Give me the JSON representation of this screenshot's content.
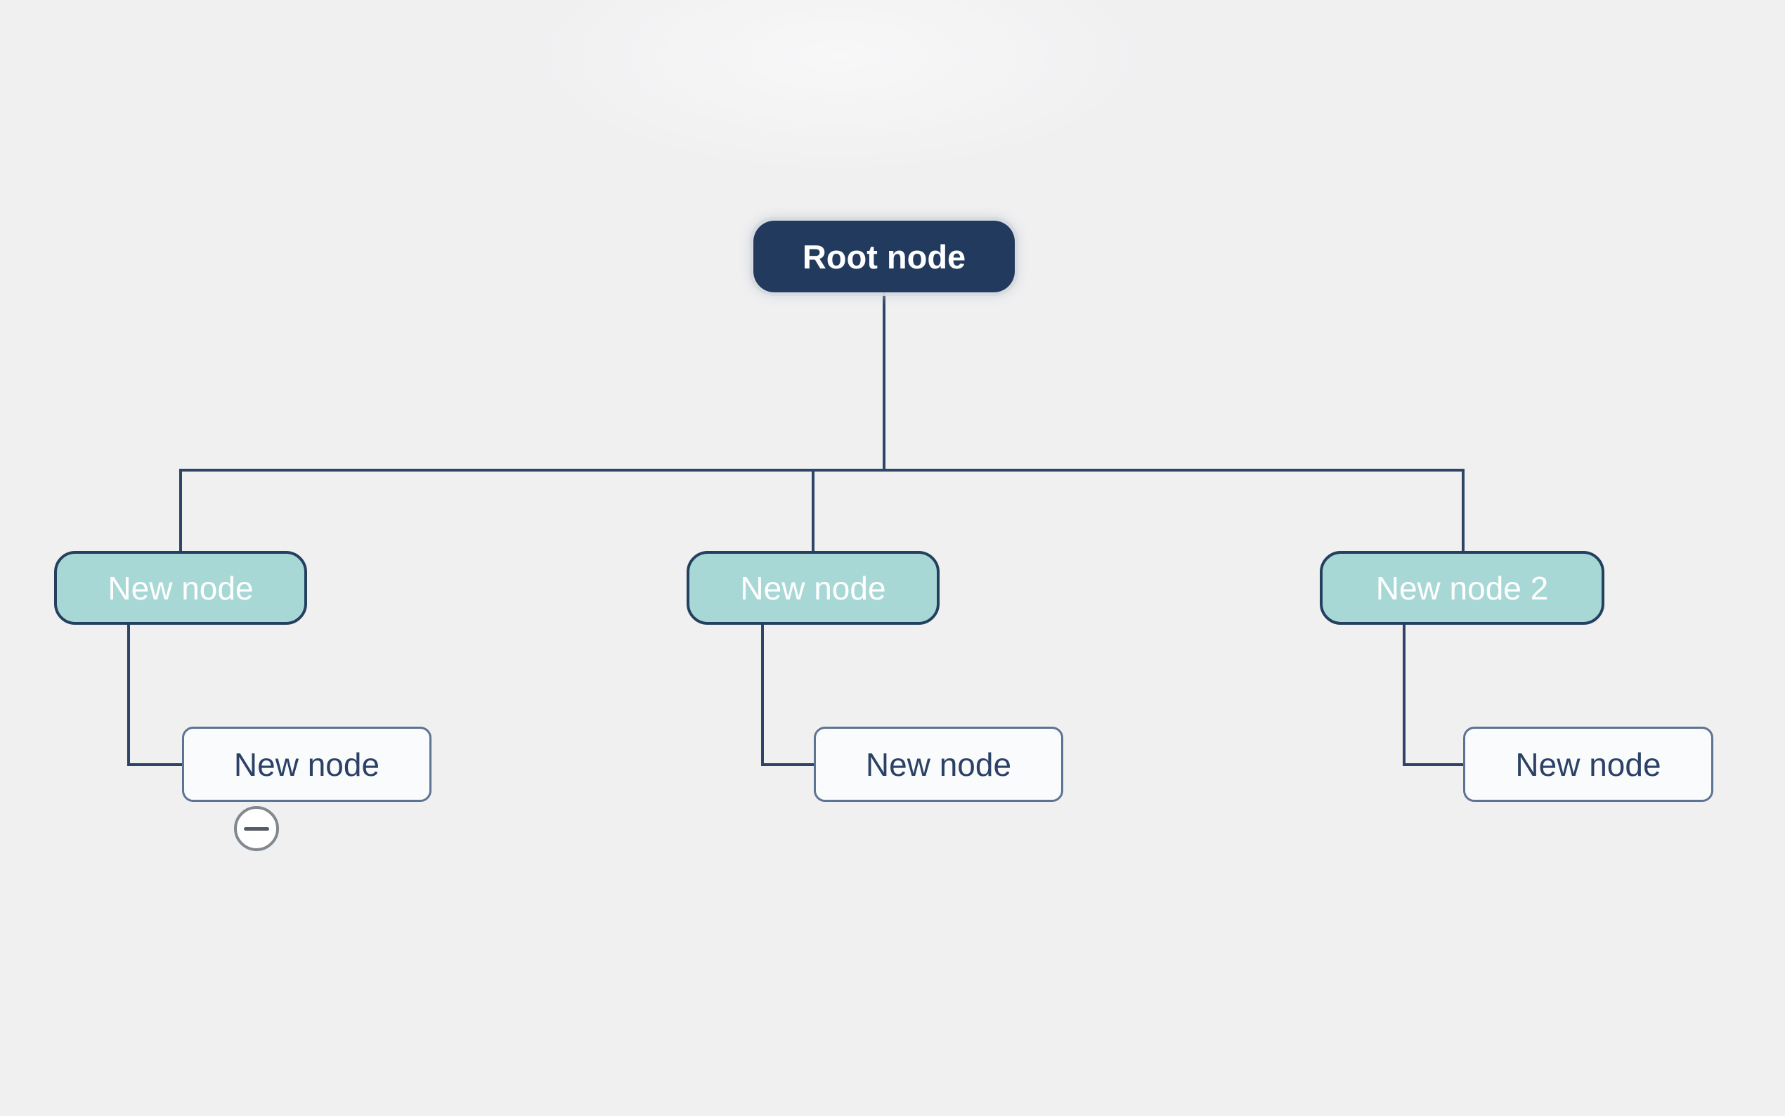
{
  "app": {
    "view": "mind-map-canvas"
  },
  "colors": {
    "background": "#f0f0f1",
    "connector": "#2e4568",
    "root_fill": "#213a5e",
    "root_text": "#ffffff",
    "root_halo": "#d6dadf",
    "child_fill": "#a8d8d6",
    "child_border": "#24405f",
    "child_text": "#ffffff",
    "leaf_fill": "#fafbfc",
    "leaf_border": "#5d7394",
    "leaf_text": "#2b4165",
    "collapse_border": "#82888f",
    "collapse_glyph": "#565c66"
  },
  "tree": {
    "root": {
      "label": "Root node"
    },
    "children": [
      {
        "label": "New node",
        "child": {
          "label": "New node",
          "collapsible": true
        }
      },
      {
        "label": "New node",
        "child": {
          "label": "New node"
        }
      },
      {
        "label": "New node 2",
        "child": {
          "label": "New node"
        }
      }
    ]
  },
  "icons": {
    "collapse": "minus-icon"
  }
}
